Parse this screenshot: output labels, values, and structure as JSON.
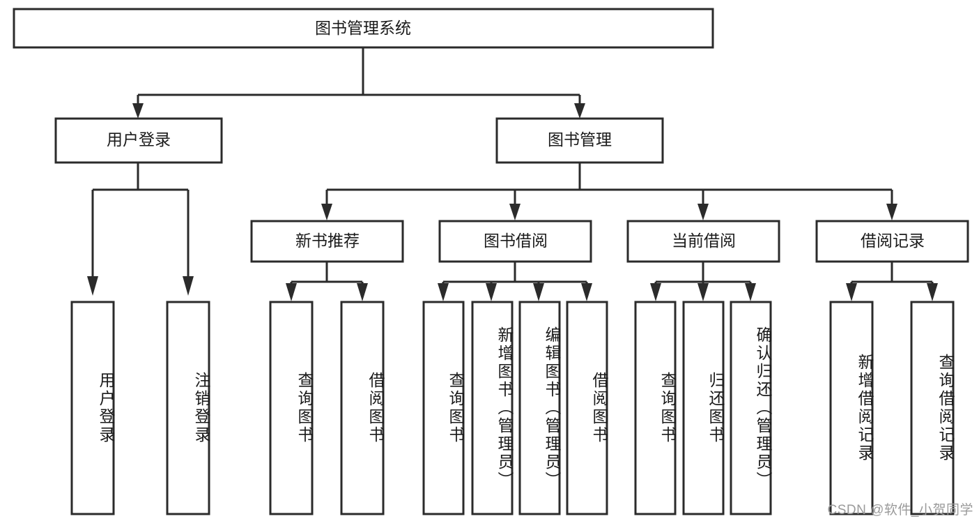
{
  "diagram": {
    "type": "tree-hierarchy",
    "title": "图书管理系统",
    "root": {
      "id": "root",
      "label": "图书管理系统"
    },
    "level2": [
      {
        "id": "user-login",
        "label": "用户登录"
      },
      {
        "id": "book-manage",
        "label": "图书管理"
      }
    ],
    "level3": [
      {
        "id": "new-book-recommend",
        "label": "新书推荐",
        "parent": "book-manage"
      },
      {
        "id": "book-borrow",
        "label": "图书借阅",
        "parent": "book-manage"
      },
      {
        "id": "current-borrow",
        "label": "当前借阅",
        "parent": "book-manage"
      },
      {
        "id": "borrow-record",
        "label": "借阅记录",
        "parent": "book-manage"
      }
    ],
    "leaves": [
      {
        "id": "leaf-user-login",
        "label": "用户登录",
        "parent": "user-login"
      },
      {
        "id": "leaf-logout",
        "label": "注销登录",
        "parent": "user-login"
      },
      {
        "id": "leaf-query-book-1",
        "label": "查询图书",
        "parent": "new-book-recommend"
      },
      {
        "id": "leaf-borrow-book-1",
        "label": "借阅图书",
        "parent": "new-book-recommend"
      },
      {
        "id": "leaf-query-book-2",
        "label": "查询图书",
        "parent": "book-borrow"
      },
      {
        "id": "leaf-add-book",
        "label": "新增图书（管理员）",
        "parent": "book-borrow"
      },
      {
        "id": "leaf-edit-book",
        "label": "编辑图书（管理员）",
        "parent": "book-borrow"
      },
      {
        "id": "leaf-borrow-book-2",
        "label": "借阅图书",
        "parent": "book-borrow"
      },
      {
        "id": "leaf-query-book-3",
        "label": "查询图书",
        "parent": "current-borrow"
      },
      {
        "id": "leaf-return-book",
        "label": "归还图书",
        "parent": "current-borrow"
      },
      {
        "id": "leaf-confirm-return",
        "label": "确认归还（管理员）",
        "parent": "current-borrow"
      },
      {
        "id": "leaf-add-record",
        "label": "新增借阅记录",
        "parent": "borrow-record"
      },
      {
        "id": "leaf-query-record",
        "label": "查询借阅记录",
        "parent": "borrow-record"
      }
    ],
    "colors": {
      "stroke": "#2b2b2b",
      "fill": "#ffffff",
      "text": "#1a1a1a",
      "watermark": "#9a9a9a",
      "background": "#ffffff"
    }
  },
  "watermark": {
    "text": "CSDN @软件_小贺同学"
  }
}
